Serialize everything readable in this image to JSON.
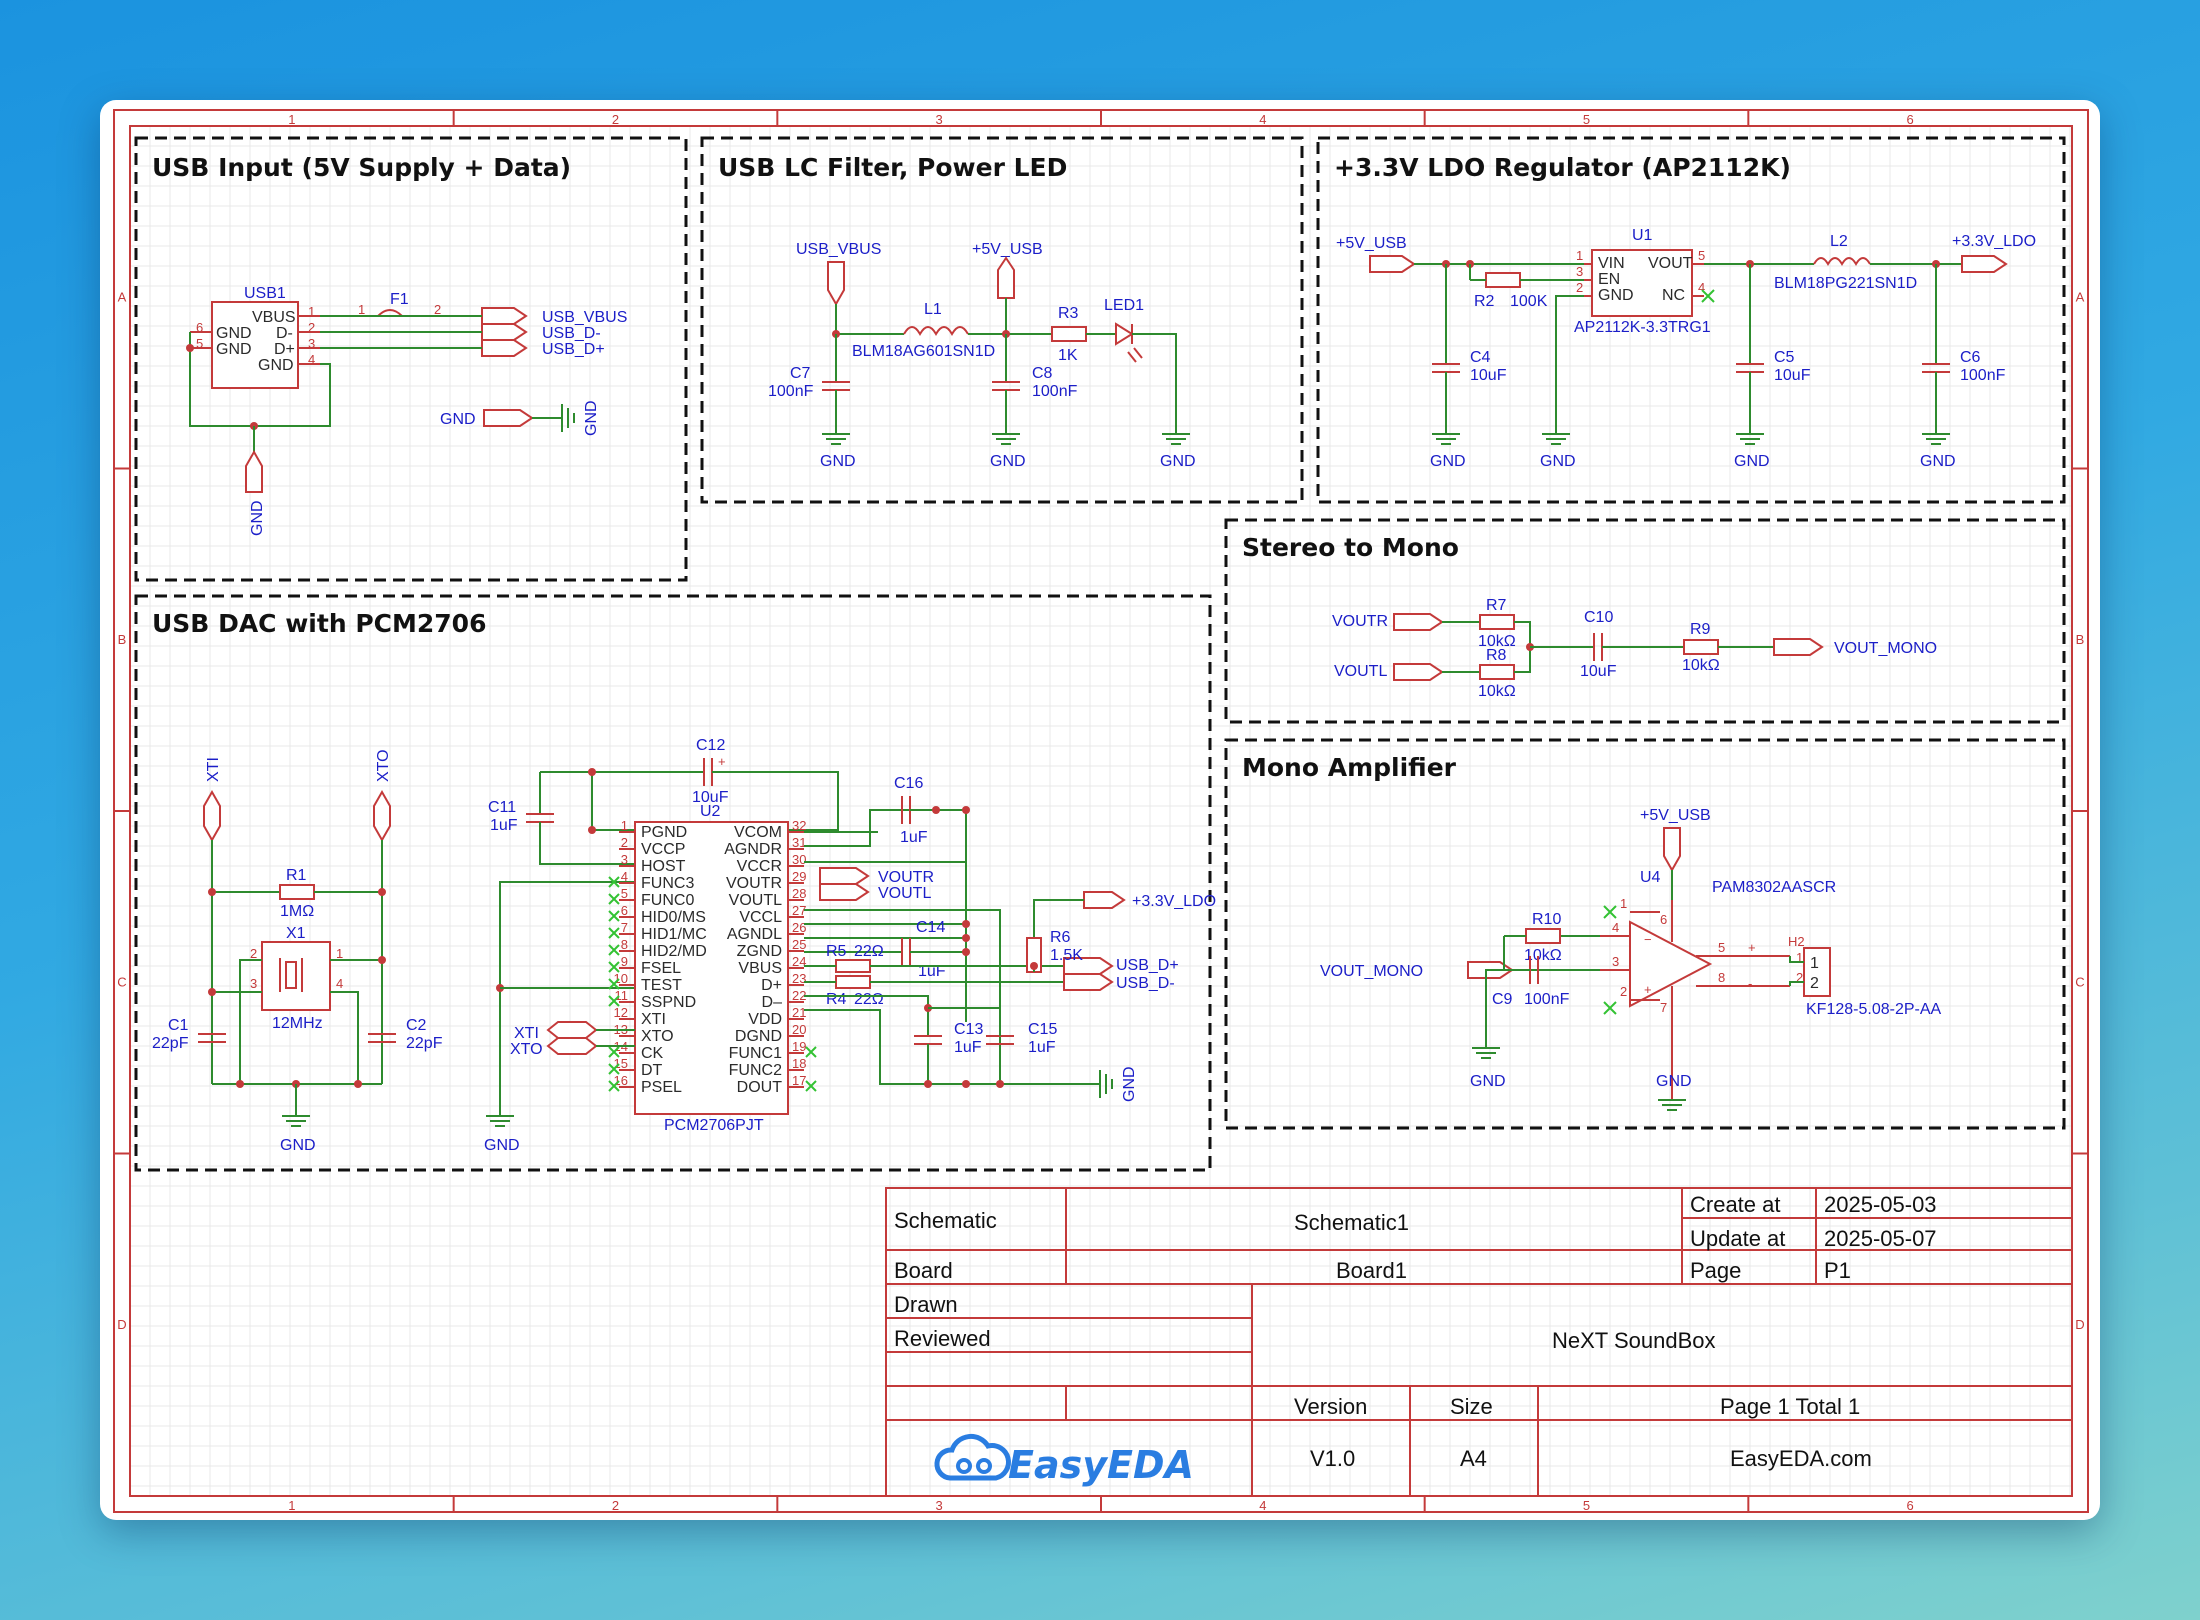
{
  "sections": {
    "usb_input": "USB Input (5V Supply + Data)",
    "lc_filter": "USB LC Filter, Power LED",
    "ldo": "+3.3V LDO Regulator (AP2112K)",
    "stereo_mono": "Stereo to Mono",
    "dac": "USB DAC with PCM2706",
    "amp": "Mono Amplifier"
  },
  "border_ticks": {
    "columns": [
      "1",
      "2",
      "3",
      "4",
      "5",
      "6"
    ],
    "rows": [
      "A",
      "B",
      "C",
      "D"
    ]
  },
  "usb_input": {
    "ref": "USB1",
    "fuse": "F1",
    "pins_left": [
      "VBUS",
      "D-",
      "D+",
      "GND"
    ],
    "pins_gnd": [
      "GND",
      "GND"
    ],
    "nets": [
      "USB_VBUS",
      "USB_D-",
      "USB_D+"
    ],
    "gnd_net": "GND"
  },
  "lc_filter": {
    "net_in": "USB_VBUS",
    "net_out": "+5V_USB",
    "l1": "L1",
    "l1_part": "BLM18AG601SN1D",
    "c7": "C7",
    "c7_val": "100nF",
    "c8": "C8",
    "c8_val": "100nF",
    "r3": "R3",
    "r3_val": "1K",
    "led": "LED1",
    "gnd": "GND"
  },
  "ldo": {
    "net_in": "+5V_USB",
    "net_out": "+3.3V_LDO",
    "u1": "U1",
    "u1_part": "AP2112K-3.3TRG1",
    "u1_pins": [
      "VIN",
      "EN",
      "GND",
      "VOUT",
      "NC"
    ],
    "r2": "R2",
    "r2_val": "100K",
    "l2": "L2",
    "l2_part": "BLM18PG221SN1D",
    "c4": "C4",
    "c4_val": "10uF",
    "c5": "C5",
    "c5_val": "10uF",
    "c6": "C6",
    "c6_val": "100nF",
    "gnd": "GND"
  },
  "stereo_mono": {
    "in_r": "VOUTR",
    "in_l": "VOUTL",
    "r7": "R7",
    "r7_val": "10kΩ",
    "r8": "R8",
    "r8_val": "10kΩ",
    "c10": "C10",
    "c10_val": "10uF",
    "r9": "R9",
    "r9_val": "10kΩ",
    "out": "VOUT_MONO"
  },
  "dac": {
    "xti": "XTI",
    "xto": "XTO",
    "r1": "R1",
    "r1_val": "1MΩ",
    "x1": "X1",
    "x1_val": "12MHz",
    "c1": "C1",
    "c1_val": "22pF",
    "c2": "C2",
    "c2_val": "22pF",
    "c11": "C11",
    "c11_val": "1uF",
    "c12": "C12",
    "c12_val": "10uF",
    "u2": "U2",
    "u2_part": "PCM2706PJT",
    "pins_left": [
      "PGND",
      "VCCP",
      "HOST",
      "FUNC3",
      "FUNC0",
      "HID0/MS",
      "HID1/MC",
      "HID2/MD",
      "FSEL",
      "TEST",
      "SSPND",
      "XTI",
      "XTO",
      "CK",
      "DT",
      "PSEL"
    ],
    "pins_right": [
      "VCOM",
      "AGNDR",
      "VCCR",
      "VOUTR",
      "VOUTL",
      "VCCL",
      "AGNDL",
      "ZGND",
      "VBUS",
      "D+",
      "D–",
      "VDD",
      "DGND",
      "FUNC1",
      "FUNC2",
      "DOUT"
    ],
    "c16": "C16",
    "c16_val": "1uF",
    "c14": "C14",
    "c14_val": "1uF",
    "c13": "C13",
    "c13_val": "1uF",
    "c15": "C15",
    "c15_val": "1uF",
    "r5": "R5",
    "r5_val": "22Ω",
    "r4": "R4",
    "r4_val": "22Ω",
    "r6": "R6",
    "r6_val": "1.5K",
    "net_voutr": "VOUTR",
    "net_voutl": "VOUTL",
    "net_ldo": "+3.3V_LDO",
    "net_dp": "USB_D+",
    "net_dm": "USB_D-",
    "gnd": "GND"
  },
  "amp": {
    "net_pwr": "+5V_USB",
    "u4": "U4",
    "u4_part": "PAM8302AASCR",
    "r10": "R10",
    "r10_val": "10kΩ",
    "c9": "C9",
    "c9_val": "100nF",
    "in": "VOUT_MONO",
    "h2": "H2",
    "h2_part": "KF128-5.08-2P-AA",
    "gnd": "GND"
  },
  "title_block": {
    "schematic_label": "Schematic",
    "schematic_name": "Schematic1",
    "create_label": "Create at",
    "create_date": "2025-05-03",
    "update_label": "Update at",
    "update_date": "2025-05-07",
    "board_label": "Board",
    "board_name": "Board1",
    "page_label": "Page",
    "page_value": "P1",
    "drawn_label": "Drawn",
    "reviewed_label": "Reviewed",
    "project": "NeXT SoundBox",
    "version_label": "Version",
    "version": "V1.0",
    "size_label": "Size",
    "size": "A4",
    "page_total": "Page  1  Total  1",
    "logo": "EasyEDA",
    "site": "EasyEDA.com"
  },
  "colors": {
    "border": "#c43a3a",
    "wire": "#2e8b2e",
    "net_label": "#1b1ec8",
    "background_top": "#1b93df",
    "background_bottom": "#7fd1cd"
  }
}
